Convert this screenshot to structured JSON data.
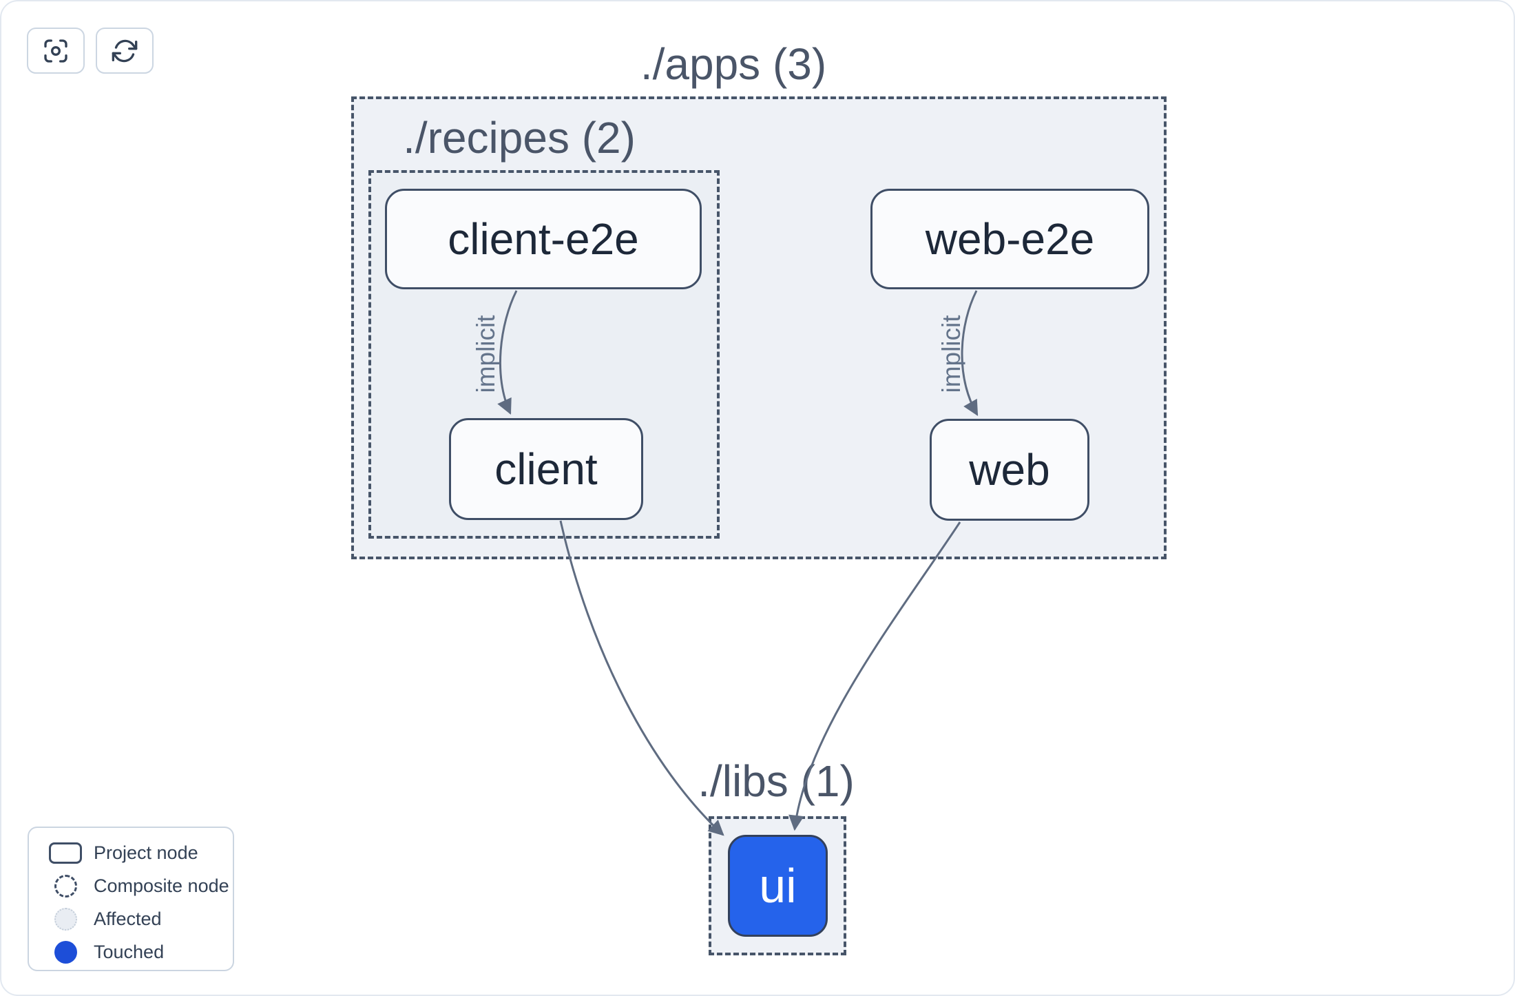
{
  "toolbar": {
    "buttons": [
      {
        "name": "center-graph",
        "icon": "focus-icon"
      },
      {
        "name": "refresh-graph",
        "icon": "refresh-icon"
      }
    ]
  },
  "graph": {
    "composites": [
      {
        "id": "apps",
        "label": "./apps (3)"
      },
      {
        "id": "recipes",
        "label": "./recipes (2)"
      },
      {
        "id": "libs",
        "label": "./libs (1)"
      }
    ],
    "nodes": [
      {
        "id": "client-e2e",
        "label": "client-e2e",
        "state": "normal"
      },
      {
        "id": "web-e2e",
        "label": "web-e2e",
        "state": "normal"
      },
      {
        "id": "client",
        "label": "client",
        "state": "normal"
      },
      {
        "id": "web",
        "label": "web",
        "state": "normal"
      },
      {
        "id": "ui",
        "label": "ui",
        "state": "touched"
      }
    ],
    "edges": [
      {
        "from": "client-e2e",
        "to": "client",
        "label": "implicit"
      },
      {
        "from": "web-e2e",
        "to": "web",
        "label": "implicit"
      },
      {
        "from": "client",
        "to": "ui",
        "label": ""
      },
      {
        "from": "web",
        "to": "ui",
        "label": ""
      }
    ]
  },
  "legend": {
    "items": [
      {
        "label": "Project node",
        "swatch": "project-node"
      },
      {
        "label": "Composite node",
        "swatch": "composite-node"
      },
      {
        "label": "Affected",
        "swatch": "affected"
      },
      {
        "label": "Touched",
        "swatch": "touched"
      }
    ]
  },
  "colors": {
    "page_border": "#e2e8f0",
    "button_border": "#ccd6e2",
    "icon": "#334155",
    "composite_border": "#475569",
    "composite_fill": "#eef1f6",
    "recipes_fill": "#ebeff4",
    "node_fill": "#fafbfd",
    "node_border": "#3f4e66",
    "node_text": "#1d2839",
    "label_text": "#4a5568",
    "edge": "#5f6c81",
    "edge_label": "#64748b",
    "touched_blue": "#2563eb",
    "touched_dot": "#1d4ed8",
    "legend_border": "#cbd5e1",
    "legend_text": "#334155",
    "affected_fill": "#e9edf3",
    "affected_border": "#c3cdd9"
  }
}
